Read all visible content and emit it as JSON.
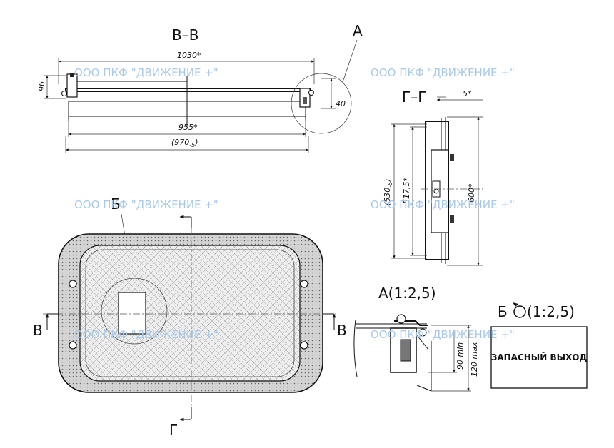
{
  "watermarks": [
    "ООО ПКФ \"ДВИЖЕНИЕ +\"",
    "ООО ПКФ \"ДВИЖЕНИЕ +\"",
    "ООО ПКФ \"ДВИЖЕНИЕ +\"",
    "ООО ПКФ \"ДВИЖЕНИЕ +\"",
    "ООО ПКФ \"ДВИЖЕНИЕ +\"",
    "ООО ПКФ \"ДВИЖЕНИЕ +\""
  ],
  "section_bb": {
    "title": "В–В",
    "detail_label": "А",
    "dims": {
      "overall": "1030*",
      "inner": "955*",
      "total": "(970",
      "total_sub": "-5",
      "total_close": ")",
      "height": "96",
      "depth": "40"
    }
  },
  "section_gg": {
    "title": "Г–Г",
    "dims": {
      "offset": "5*",
      "outer": "(530",
      "outer_sub": "-5",
      "outer_close": ")",
      "mid": "517,5*",
      "full": "600*"
    }
  },
  "plan_view": {
    "detail_label": "Б",
    "cut_left": "В",
    "cut_right": "В",
    "cut_bottom": "Г"
  },
  "detail_a": {
    "title": "А(1:2,5)",
    "dims": {
      "min": "90 min",
      "max": "120 max"
    }
  },
  "detail_b": {
    "title": "Б",
    "scale": "(1:2,5)",
    "plate_text": "ЗАПАСНЫЙ ВЫХОД"
  }
}
